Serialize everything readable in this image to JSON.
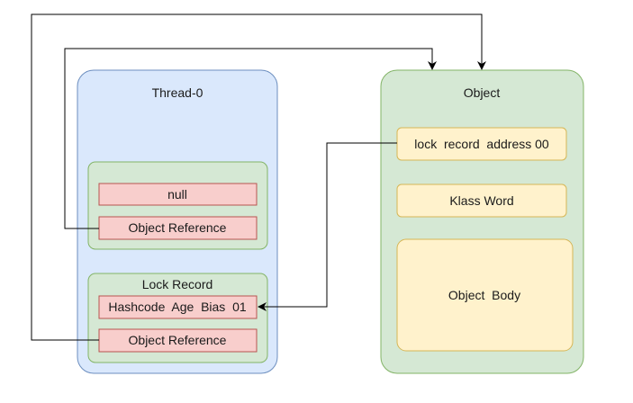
{
  "thread": {
    "title": "Thread-0",
    "frame1": {
      "null_label": "null",
      "object_ref_label": "Object Reference"
    },
    "lock_record": {
      "title": "Lock Record",
      "header_label": "Hashcode  Age  Bias  01",
      "object_ref_label": "Object Reference"
    }
  },
  "object": {
    "title": "Object",
    "mark_word_label": "lock  record  address 00",
    "klass_word_label": "Klass Word",
    "body_label": "Object  Body"
  },
  "colors": {
    "thread_fill": "#dae8fc",
    "thread_stroke": "#6c8ebf",
    "frame_fill": "#d5e8d4",
    "frame_stroke": "#82b366",
    "red_fill": "#f8cecc",
    "red_stroke": "#b85450",
    "yellow_fill": "#fff2cc",
    "yellow_stroke": "#d6b656",
    "connector": "#000000"
  }
}
